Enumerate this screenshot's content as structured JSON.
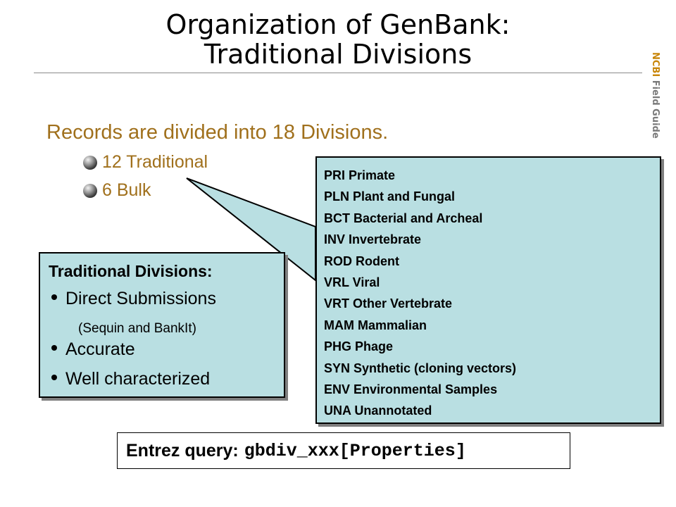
{
  "slide": {
    "title_line1": "Organization of GenBank:",
    "title_line2": "Traditional Divisions",
    "side_tag_brand": "NCBI",
    "side_tag_text": "Field Guide",
    "records_text": "Records are divided into 18 Divisions.",
    "sub_items": [
      "12 Traditional",
      "6 Bulk"
    ],
    "divisions": [
      "PRI   Primate",
      "PLN Plant and Fungal",
      "BCT  Bacterial and Archeal",
      "INV Invertebrate",
      "ROD Rodent",
      "VRL Viral",
      "VRT  Other Vertebrate",
      "MAM Mammalian",
      "PHG  Phage",
      "SYN  Synthetic (cloning vectors)",
      "ENV Environmental Samples",
      "UNA  Unannotated"
    ],
    "traditional_box": {
      "heading": "Traditional Divisions:",
      "item1": "Direct Submissions",
      "note": "(Sequin and BankIt)",
      "item2": "Accurate",
      "item3": "Well characterized"
    },
    "query_label": "Entrez query:",
    "query_code": "gbdiv_xxx[Properties]",
    "colors": {
      "accent_text": "#a0701c",
      "box_fill": "#b9dfe2",
      "brand": "#c8860a"
    }
  }
}
